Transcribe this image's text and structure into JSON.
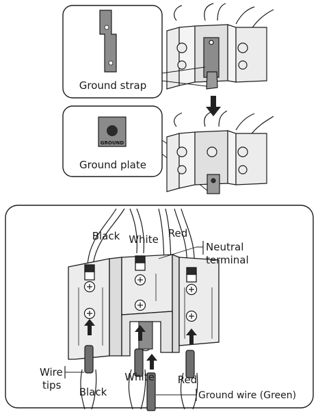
{
  "top_section": {
    "strap_label": "Ground strap",
    "plate_label": "Ground plate",
    "plate_stamp": "GROUND"
  },
  "bottom_section": {
    "wire_labels_top": {
      "black": "Black",
      "white": "White",
      "red": "Red"
    },
    "neutral_line1": "Neutral",
    "neutral_line2": "terminal",
    "wire_tips_line1": "Wire",
    "wire_tips_line2": "tips",
    "bottom_black": "Black",
    "bottom_white": "White",
    "bottom_red": "Red",
    "ground_wire": "Ground wire (Green)"
  },
  "colors": {
    "line": "#1a1a1a",
    "block_light": "#e8e8e8",
    "block_mid": "#cfcfcf",
    "strap_fill": "#8c8c8c",
    "plate_fill": "#8a8a8a",
    "wire_tip": "#6e6e6e",
    "arrow": "#222222"
  }
}
